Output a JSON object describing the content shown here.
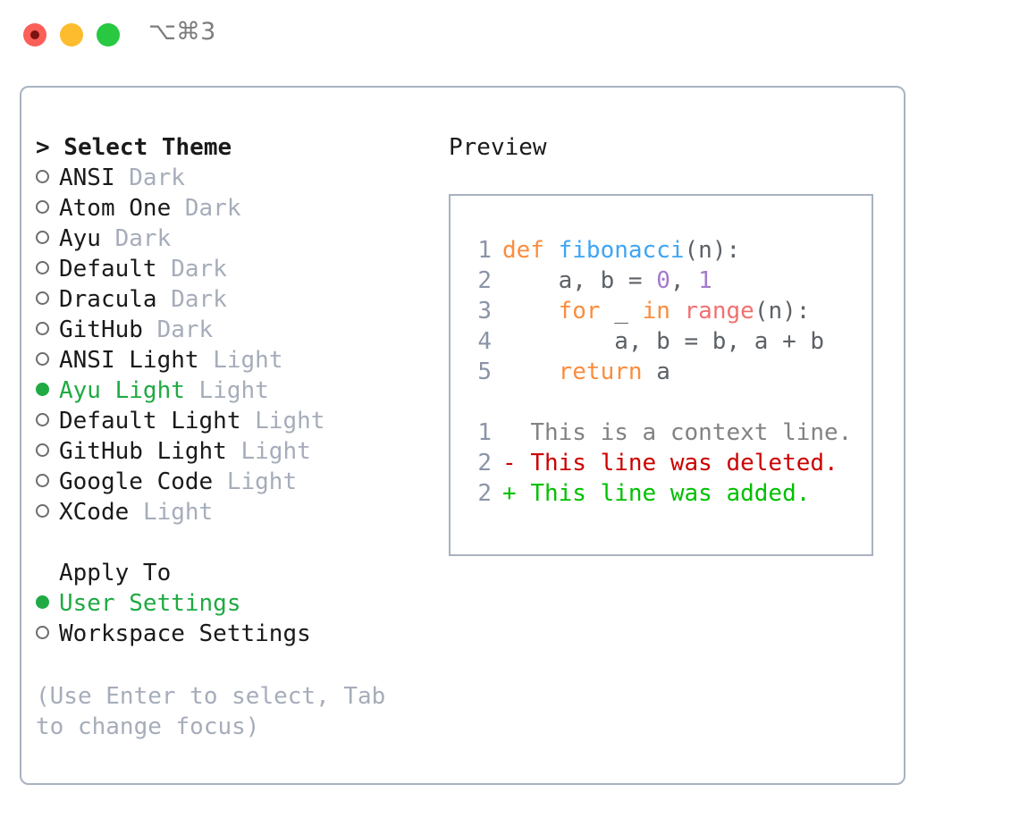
{
  "window": {
    "shortcut_label": "⌥⌘3",
    "traffic_lights": [
      "close",
      "minimize",
      "zoom"
    ]
  },
  "theme_selector": {
    "header": "> Select Theme",
    "options": [
      {
        "label": "ANSI",
        "tag": "Dark",
        "selected": false
      },
      {
        "label": "Atom One",
        "tag": "Dark",
        "selected": false
      },
      {
        "label": "Ayu",
        "tag": "Dark",
        "selected": false
      },
      {
        "label": "Default",
        "tag": "Dark",
        "selected": false
      },
      {
        "label": "Dracula",
        "tag": "Dark",
        "selected": false
      },
      {
        "label": "GitHub",
        "tag": "Dark",
        "selected": false
      },
      {
        "label": "ANSI Light",
        "tag": "Light",
        "selected": false
      },
      {
        "label": "Ayu Light",
        "tag": "Light",
        "selected": true
      },
      {
        "label": "Default Light",
        "tag": "Light",
        "selected": false
      },
      {
        "label": "GitHub Light",
        "tag": "Light",
        "selected": false
      },
      {
        "label": "Google Code",
        "tag": "Light",
        "selected": false
      },
      {
        "label": "XCode",
        "tag": "Light",
        "selected": false
      }
    ]
  },
  "apply_to": {
    "header": "Apply To",
    "options": [
      {
        "label": "User Settings",
        "selected": true
      },
      {
        "label": "Workspace Settings",
        "selected": false
      }
    ]
  },
  "hint": "(Use Enter to select, Tab to change focus)",
  "preview": {
    "title": "Preview",
    "code_lines": [
      {
        "no": "1",
        "tokens": [
          {
            "t": "def",
            "c": "kw"
          },
          {
            "t": " ",
            "c": "punc"
          },
          {
            "t": "fibonacci",
            "c": "fn"
          },
          {
            "t": "(n):",
            "c": "punc"
          }
        ]
      },
      {
        "no": "2",
        "tokens": [
          {
            "t": "    a, b = ",
            "c": "var"
          },
          {
            "t": "0",
            "c": "num"
          },
          {
            "t": ", ",
            "c": "punc"
          },
          {
            "t": "1",
            "c": "num"
          }
        ]
      },
      {
        "no": "3",
        "tokens": [
          {
            "t": "    ",
            "c": "punc"
          },
          {
            "t": "for",
            "c": "kw"
          },
          {
            "t": " _ ",
            "c": "var"
          },
          {
            "t": "in",
            "c": "kw"
          },
          {
            "t": " ",
            "c": "punc"
          },
          {
            "t": "range",
            "c": "bi"
          },
          {
            "t": "(n):",
            "c": "punc"
          }
        ]
      },
      {
        "no": "4",
        "tokens": [
          {
            "t": "        a, b = b, a + b",
            "c": "var"
          }
        ]
      },
      {
        "no": "5",
        "tokens": [
          {
            "t": "    ",
            "c": "punc"
          },
          {
            "t": "return",
            "c": "kw"
          },
          {
            "t": " a",
            "c": "var"
          }
        ]
      }
    ],
    "diff_lines": [
      {
        "no": "1",
        "marker": " ",
        "text": "This is a context line.",
        "kind": "ctx"
      },
      {
        "no": "2",
        "marker": "-",
        "text": "This line was deleted.",
        "kind": "del"
      },
      {
        "no": "2",
        "marker": "+",
        "text": "This line was added.",
        "kind": "add"
      }
    ]
  },
  "colors": {
    "panel_border": "#a9b2c1",
    "selected_green": "#1faa43",
    "muted_text": "#a6adba",
    "keyword": "#fa8d3e",
    "function": "#3da5f4",
    "number": "#a37acc",
    "builtin": "#f07171",
    "diff_context": "#828282",
    "diff_deleted": "#cc0000",
    "diff_added": "#00c000",
    "line_number": "#8a94a6"
  }
}
